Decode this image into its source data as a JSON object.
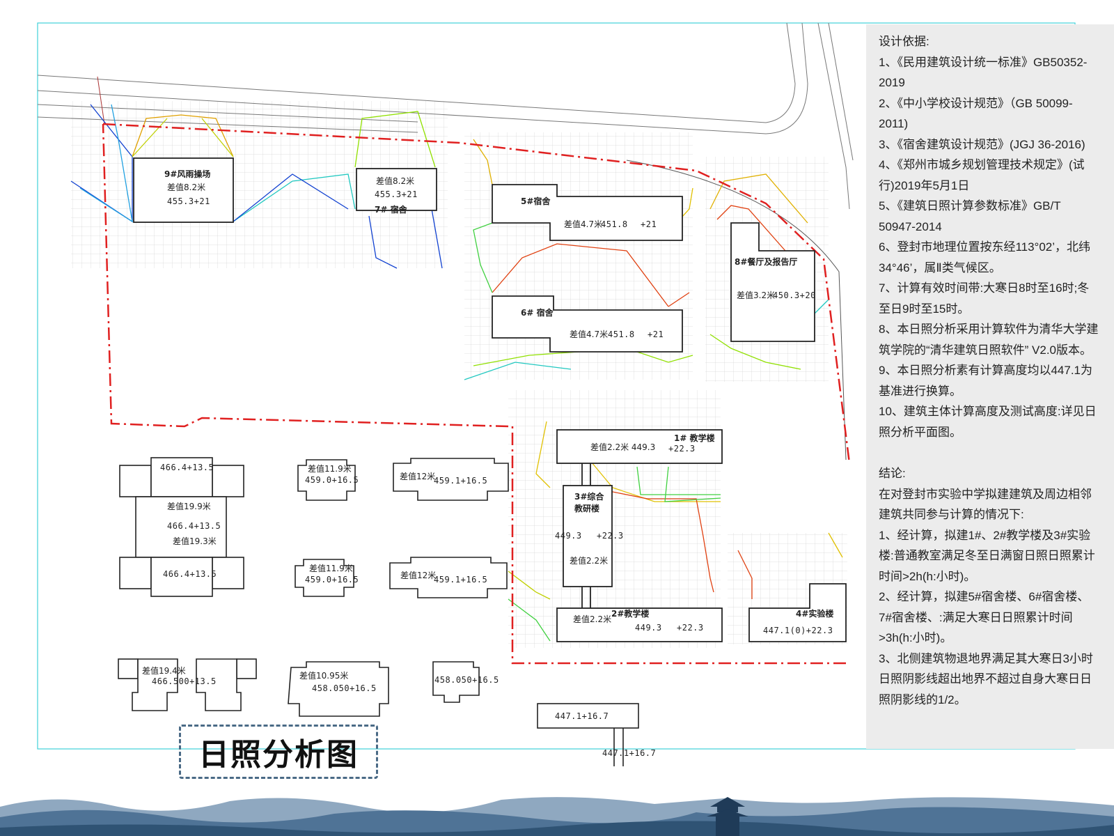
{
  "title": "日照分析图",
  "colors": {
    "boundary": "#e02020",
    "frame": "#40d0d8",
    "panel_bg": "#ececec",
    "title_border": "#4a6a86"
  },
  "design_basis": {
    "heading": "设计依据:",
    "items": [
      "1、《民用建筑设计统一标准》GB50352-2019",
      "2、《中小学校设计规范》（GB 50099-2011)",
      "3、《宿舍建筑设计规范》(JGJ 36-2016)",
      "4、《郑州市城乡规划管理技术规定》(试行)2019年5月1日",
      "5、《建筑日照计算参数标准》GB/T 50947-2014",
      "6、登封市地理位置按东经113°02’，北纬34°46’，属Ⅱ类气候区。",
      "7、计算有效时间带:大寒日8时至16时;冬至日9时至15时。",
      "8、本日照分析采用计算软件为清华大学建筑学院的“清华建筑日照软件” V2.0版本。",
      "9、本日照分析素有计算高度均以447.1为基准进行换算。",
      "10、建筑主体计算高度及测试高度:详见日照分析平面图。"
    ]
  },
  "conclusion": {
    "heading": "结论:",
    "intro": "在对登封市实验中学拟建建筑及周边相邻建筑共同参与计算的情况下:",
    "items": [
      "1、经计算，拟建1#、2#教学楼及3#实验楼:普通教室满足冬至日满窗日照日照累计时间>2h(h:小时)。",
      "2、经计算，拟建5#宿舍楼、6#宿舍楼、7#宿舍楼、:满足大寒日日照累计时间>3h(h:小时)。",
      "3、北侧建筑物退地界满足其大寒日3小时日照阴影线超出地界不超过自身大寒日日照阴影线的1/2。"
    ]
  },
  "buildings": {
    "b9": {
      "name": "9#风雨操场",
      "diff": "差值8.2米",
      "height": "455.3+21"
    },
    "b7": {
      "name": "7# 宿舍",
      "diff": "差值8.2米",
      "height": "455.3+21"
    },
    "b5": {
      "name": "5#宿舍",
      "diff": "差值4.7米",
      "elev": "451.8",
      "add": "+21"
    },
    "b6": {
      "name": "6# 宿舍",
      "diff": "差值4.7米",
      "elev": "451.8",
      "add": "+21"
    },
    "b8": {
      "name": "8#餐厅及报告厅",
      "diff": "差值3.2米",
      "height": "450.3+20"
    },
    "b1": {
      "name": "1#  教学楼",
      "diff": "差值2.2米 449.3",
      "add": "+22.3"
    },
    "b3": {
      "name1": "3#综合",
      "name2": "教研楼",
      "elev": "449.3",
      "add": "+22.3",
      "diff": "差值2.2米"
    },
    "b2": {
      "name": "2#教学楼",
      "diff": "差值2.2米",
      "elev": "449.3",
      "add": "+22.3"
    },
    "b4": {
      "name": "4#实验楼",
      "height": "447.1(0)+22.3"
    }
  },
  "neighbors": {
    "r1_top": "466.4+13.5",
    "r1_diff1": "差值19.9米",
    "r1_mid": "466.4+13.5",
    "r1_diff2": "差值19.3米",
    "r1_bot": "466.4+13.5",
    "r2_diff": "差值11.9米",
    "r2_h": "459.0+16.5",
    "r3_diff": "差值12米",
    "r3_h": "459.1+16.5",
    "r4_diff": "差值11.9米",
    "r4_h": "459.0+16.5",
    "r5_diff": "差值12米",
    "r5_h": "459.1+16.5",
    "r6_diff": "差值19.4米",
    "r6_h": "466.500+13.5",
    "r7_diff": "差值10.95米",
    "r7_h": "458.050+16.5",
    "r8_h": "458.050+16.5",
    "r9_h": "447.1+16.7",
    "r10_h": "447.1+16.7"
  }
}
